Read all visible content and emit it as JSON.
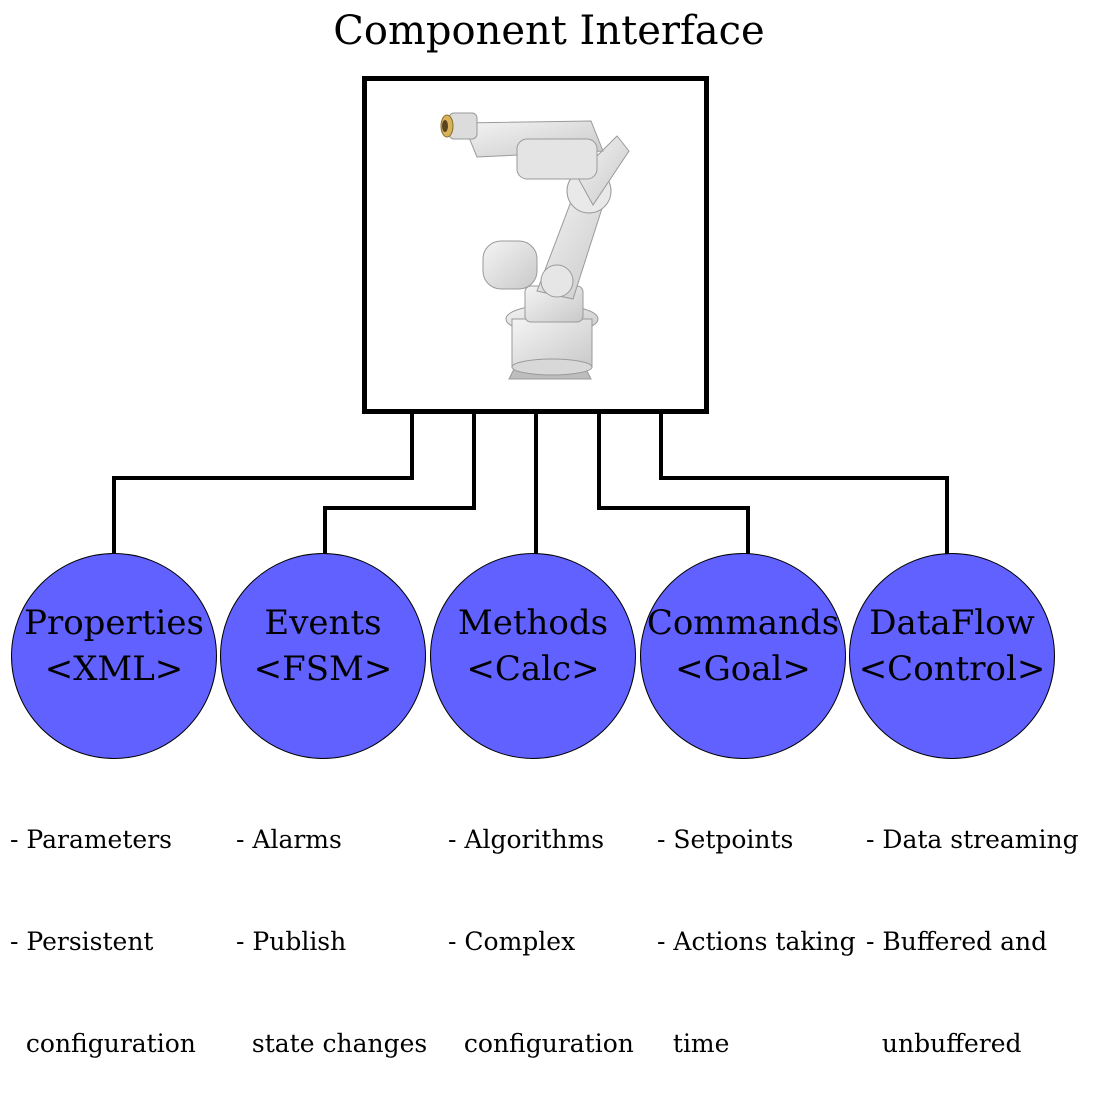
{
  "title": "Component Interface",
  "robot": {
    "icon": "industrial-robot-arm-icon"
  },
  "colors": {
    "circle_fill": "#6161ff",
    "line": "#000000"
  },
  "interfaces": [
    {
      "name": "Properties",
      "tag": "<XML>",
      "desc": [
        "- Parameters",
        "- Persistent",
        "  configuration"
      ]
    },
    {
      "name": "Events",
      "tag": "<FSM>",
      "desc": [
        "- Alarms",
        "- Publish",
        "  state changes"
      ]
    },
    {
      "name": "Methods",
      "tag": "<Calc>",
      "desc": [
        "- Algorithms",
        "- Complex",
        "  configuration"
      ]
    },
    {
      "name": "Commands",
      "tag": "<Goal>",
      "desc": [
        "- Setpoints",
        "- Actions taking",
        "  time"
      ]
    },
    {
      "name": "DataFlow",
      "tag": "<Control>",
      "desc": [
        "- Data streaming",
        "- Buffered and",
        "  unbuffered"
      ]
    }
  ]
}
